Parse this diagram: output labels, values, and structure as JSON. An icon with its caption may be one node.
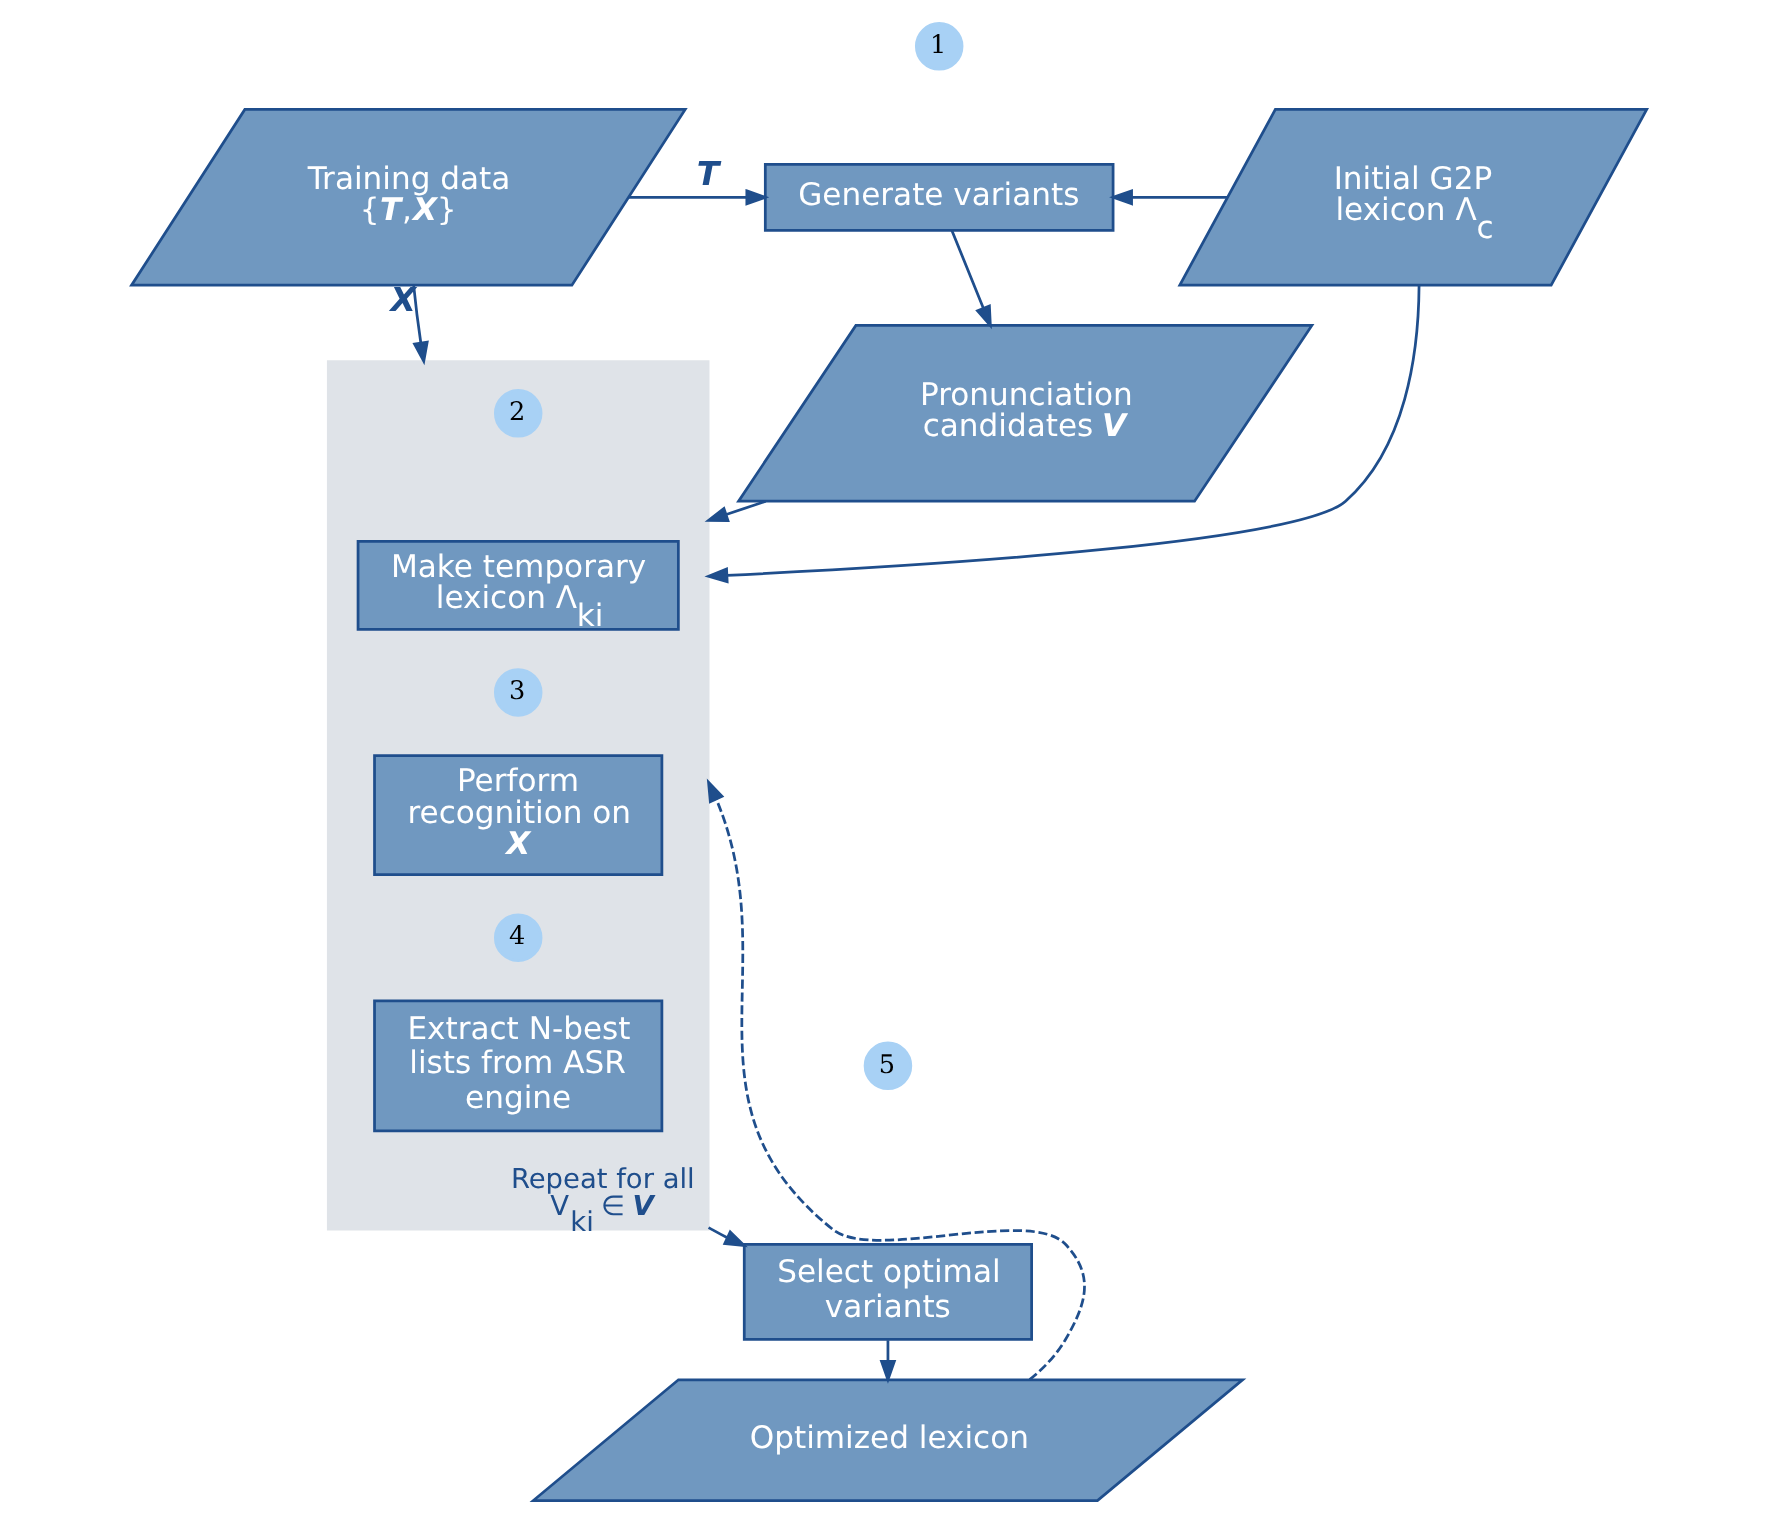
{
  "diagram": {
    "nodes": [
      {
        "text": [
          "Training data {**T**,**X**}"
        ]
      },
      {
        "text": [
          "1"
        ]
      },
      {
        "text": [
          "Generate variants"
        ]
      },
      {
        "text": [
          "Initial G2P lexicon Λ$_{c}$"
        ]
      },
      {
        "text": [
          "Pronunciation candidates **V**"
        ]
      },
      {
        "text": [
          "Repeat for all V$_{ki}$ ∈ **V**"
        ]
      },
      {
        "text": [
          "2"
        ],
        "in": 5
      },
      {
        "text": [
          "Make temporary lexicon Λ$_{ki}$"
        ],
        "in": 5
      },
      {
        "text": [
          "3"
        ],
        "in": 5
      },
      {
        "text": [
          "Perform recognition on **X**"
        ],
        "in": 5
      },
      {
        "text": [
          "4"
        ],
        "in": 5
      },
      {
        "text": [
          "Extract N-best lists from ASR engine"
        ],
        "in": 5
      },
      {
        "text": [
          "5"
        ]
      },
      {
        "text": [
          "Select optimal variants"
        ]
      },
      {
        "text": [
          "Optimized lexicon"
        ]
      }
    ],
    "edges": [
      {
        "from": 0,
        "to": 2,
        "arrow": "to",
        "label": "**T**"
      },
      {
        "from": 3,
        "to": 2,
        "arrow": "to"
      },
      {
        "from": 2,
        "to": 4,
        "arrow": "to"
      },
      {
        "from": 4,
        "to": 5,
        "arrow": "to"
      },
      {
        "from": 0,
        "to": 5,
        "arrow": "to",
        "label": "**X**"
      },
      {
        "from": 3,
        "to": 5,
        "arrow": "to"
      },
      {
        "from": 5,
        "to": 13,
        "arrow": "to"
      },
      {
        "from": 13,
        "to": 14,
        "arrow": "to"
      },
      {
        "from": 14,
        "to": 5,
        "arrow": "to",
        "style": "dashed"
      }
    ]
  }
}
